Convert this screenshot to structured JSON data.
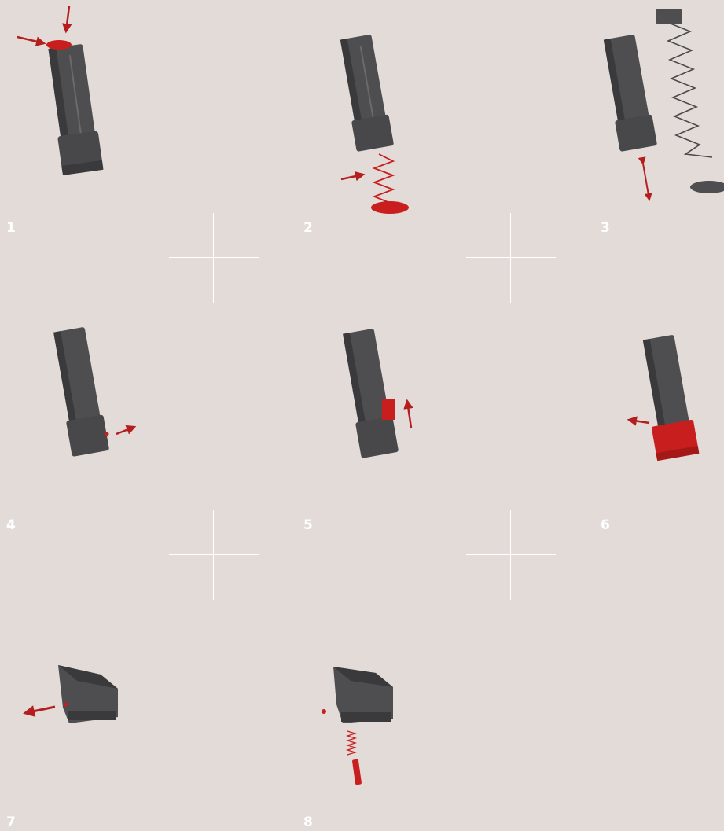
{
  "steps": [
    {
      "number": "1"
    },
    {
      "number": "2"
    },
    {
      "number": "3"
    },
    {
      "number": "4"
    },
    {
      "number": "5"
    },
    {
      "number": "6"
    },
    {
      "number": "7"
    },
    {
      "number": "8"
    }
  ],
  "colors": {
    "background": "#e3dbd8",
    "part": "#4e4e50",
    "part_dark": "#3a3a3c",
    "part_light": "#6a6a6c",
    "highlight": "#c81e1e",
    "arrow": "#b41e1e",
    "separator": "#ffffff"
  }
}
